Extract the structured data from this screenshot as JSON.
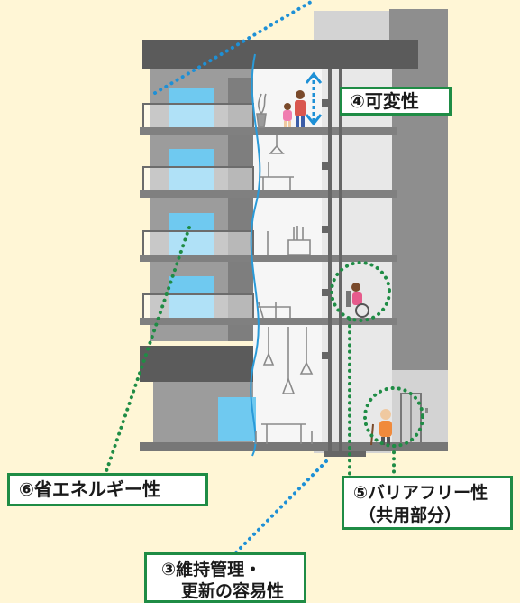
{
  "labels": {
    "variability": "④可変性",
    "energy_saving": "⑥省エネルギー性",
    "barrier_free_line1": "⑤バリアフリー性",
    "barrier_free_line2": "（共用部分）",
    "maintenance_line1": "③維持管理・",
    "maintenance_line2": "更新の容易性"
  },
  "colors": {
    "background": "#fff6d6",
    "building_gray": "#9c9c9c",
    "dark_gray": "#5b5b5b",
    "core_gray": "#d3d3d3",
    "window_blue": "#6fc9f0",
    "accent_green": "#1f8c45",
    "dotted_blue": "#1e90d6",
    "arrow_blue": "#1e90d6"
  },
  "icons": [
    "family-icon",
    "plant-icon",
    "pendant-lamp-icon",
    "desk-icon",
    "vase-icon",
    "chair-icon",
    "wheelchair-user-icon",
    "elderly-person-icon",
    "elevator-icon",
    "height-arrow-icon"
  ]
}
